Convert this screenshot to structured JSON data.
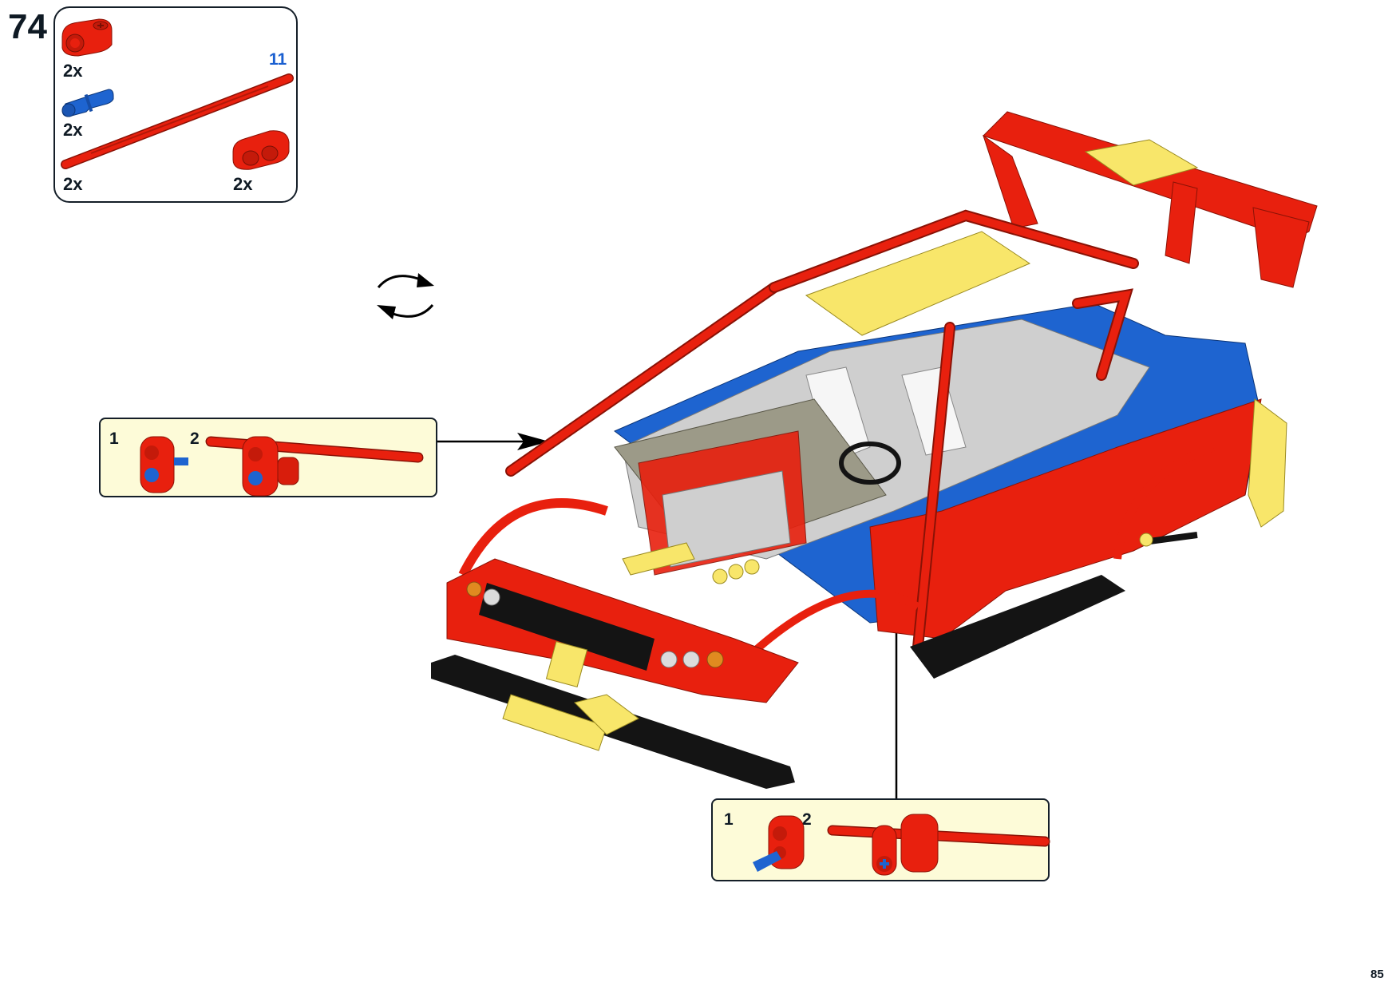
{
  "page": {
    "step_number": "74",
    "page_number": "85"
  },
  "parts_list": {
    "items": [
      {
        "name": "axle-pin-connector-perpendicular",
        "color": "red",
        "hex": "#e8200e",
        "quantity": "2x"
      },
      {
        "name": "technic-pin-with-friction",
        "color": "blue",
        "hex": "#1e64d0",
        "quantity": "2x"
      },
      {
        "name": "technic-axle-11",
        "color": "red",
        "hex": "#e8200e",
        "quantity": "2x",
        "length_label": "11"
      },
      {
        "name": "technic-beam-2",
        "color": "red",
        "hex": "#e8200e",
        "quantity": "2x"
      }
    ]
  },
  "callouts": [
    {
      "id": "left-subassembly",
      "steps": [
        {
          "label": "1",
          "description": "red beam with blue pin"
        },
        {
          "label": "2",
          "description": "attach axle connector and axle 11"
        }
      ]
    },
    {
      "id": "bottom-subassembly",
      "steps": [
        {
          "label": "1",
          "description": "red beam with blue axle pin"
        },
        {
          "label": "2",
          "description": "attach axle connector and axle 11"
        }
      ]
    }
  ],
  "icons": {
    "rotate": "rotate-model-icon",
    "arrow": "placement-arrow"
  },
  "colors": {
    "red": "#e8200e",
    "yellow": "#f8e66a",
    "blue": "#1e64d0",
    "black": "#141414",
    "light_gray": "#cfcfcf",
    "dark_tan": "#9c9a88",
    "white": "#f6f6f6",
    "callout_fill": "#fdfbd8",
    "border": "#141e28",
    "length_label": "#1a5fd0"
  }
}
